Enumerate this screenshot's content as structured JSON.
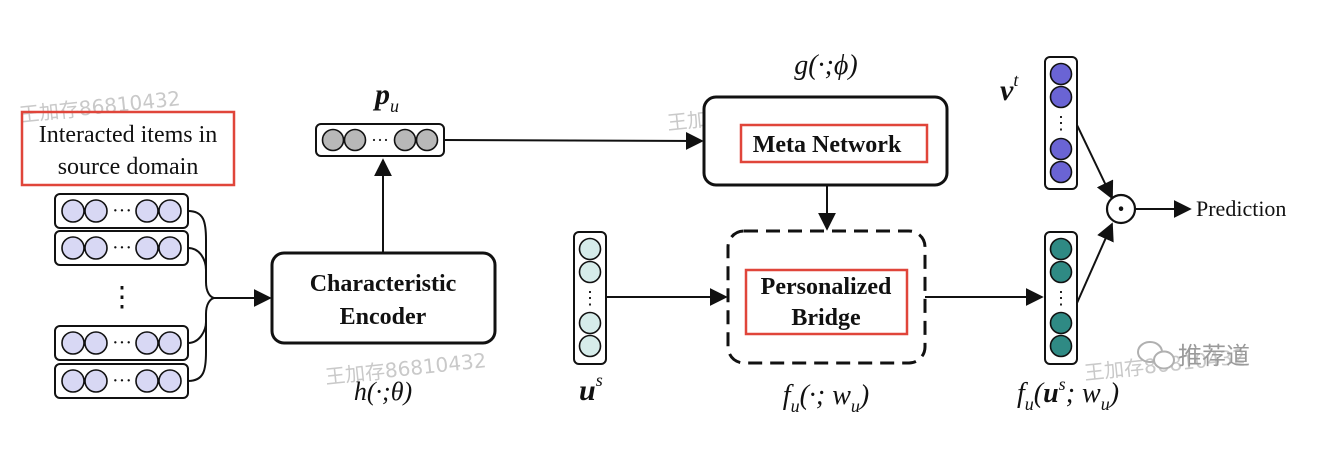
{
  "source_box": {
    "line1": "Interacted items in",
    "line2": "source domain"
  },
  "item_rows": {
    "dots": "···",
    "vdots": "⋮"
  },
  "characteristic_encoder": {
    "line1": "Characteristic",
    "line2": "Encoder"
  },
  "encoder_fn": {
    "base": "h(·;θ)"
  },
  "pu_label": {
    "base": "p",
    "sub": "u"
  },
  "meta_fn": {
    "base": "g(·;ϕ)"
  },
  "meta_network": {
    "label": "Meta Network"
  },
  "personalized_bridge": {
    "line1": "Personalized",
    "line2": "Bridge"
  },
  "bridge_fn": {
    "f": "f",
    "sub": "u",
    "rest": "(·; w",
    "sub2": "u",
    "close": ")"
  },
  "us_label": {
    "base": "u",
    "sup": "s"
  },
  "vt_label": {
    "base": "v",
    "sup": "t"
  },
  "output_fn": {
    "f": "f",
    "sub": "u",
    "open": "(",
    "u": "u",
    "sup": "s",
    "rest": "; w",
    "sub2": "u",
    "close": ")"
  },
  "dot_product": {
    "symbol": "·"
  },
  "prediction": {
    "label": "Prediction"
  },
  "watermark": {
    "brand": "推荐道",
    "text": "王加存86810432"
  },
  "colors": {
    "gray_node": "#b8b8b8",
    "lavender_node": "#d8d8f4",
    "light_teal_node": "#d6ecea",
    "dark_teal_node": "#2f8a84",
    "purple_node": "#6a64d4",
    "red_frame": "#e0453a"
  }
}
